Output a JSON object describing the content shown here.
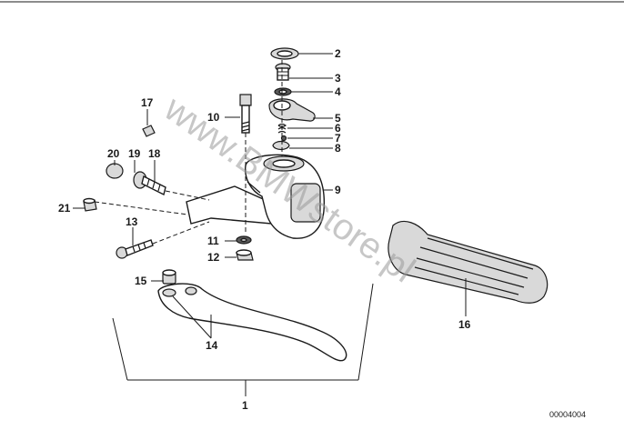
{
  "diagram": {
    "reference_number": "00004004",
    "watermark": "www.BMWstore.pl",
    "callouts": [
      "1",
      "2",
      "3",
      "4",
      "5",
      "6",
      "7",
      "8",
      "9",
      "10",
      "11",
      "12",
      "13",
      "14",
      "15",
      "16",
      "17",
      "18",
      "19",
      "20",
      "21"
    ]
  }
}
